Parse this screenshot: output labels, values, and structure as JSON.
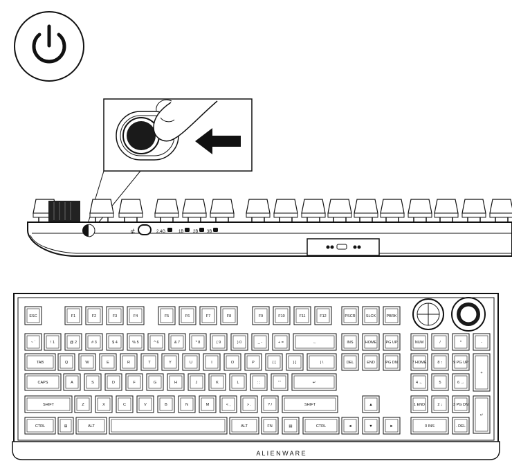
{
  "brand": "A L I E N W A R E",
  "indicator_labels": [
    "2.4G",
    "1B",
    "2B",
    "3B"
  ],
  "keyboard": {
    "rows": [
      [
        "ESC",
        "F1",
        "F2",
        "F3",
        "F4",
        "F5",
        "F6",
        "F7",
        "F8",
        "F9",
        "F10",
        "F11",
        "F12",
        "PSCR",
        "SLCK",
        "PBRK"
      ],
      [
        "~ `",
        "! 1",
        "@ 2",
        "# 3",
        "$ 4",
        "% 5",
        "^ 6",
        "& 7",
        "* 8",
        "( 9",
        ") 0",
        "_ -",
        "+ =",
        "←",
        "INS",
        "HOME",
        "PG UP",
        "NUM",
        "/",
        "*",
        "-"
      ],
      [
        "TAB",
        "Q",
        "W",
        "E",
        "R",
        "T",
        "Y",
        "U",
        "I",
        "O",
        "P",
        "{ [",
        "} ]",
        "| \\",
        "DEL",
        "END",
        "PG DN",
        "7 HOME",
        "8 ↑",
        "9 PG UP",
        "+"
      ],
      [
        "CAPS",
        "A",
        "S",
        "D",
        "F",
        "G",
        "H",
        "J",
        "K",
        "L",
        ": ;",
        "\" '",
        "↵",
        "4 ←",
        "5",
        "6 →"
      ],
      [
        "SHIFT",
        "Z",
        "X",
        "C",
        "V",
        "B",
        "N",
        "M",
        "< ,",
        "> .",
        "? /",
        "SHIFT",
        "▲",
        "1 END",
        "2 ↓",
        "3 PG DN",
        "↵"
      ],
      [
        "CTRL",
        "⊞",
        "ALT",
        "ALT",
        "FN",
        "▤",
        "CTRL",
        "◄",
        "▼",
        "►",
        "0 INS",
        ". DEL"
      ]
    ]
  },
  "icons": [
    "power-icon",
    "finger-press-icon",
    "arrow-left-icon",
    "volume-dial-icon",
    "macro-dial-icon"
  ]
}
